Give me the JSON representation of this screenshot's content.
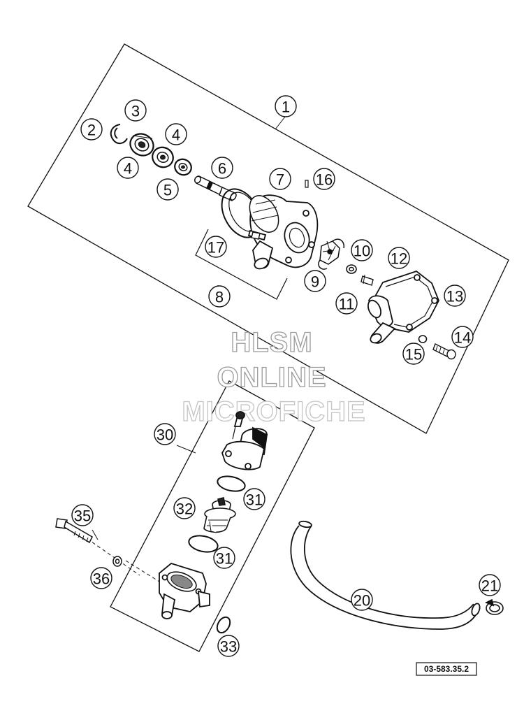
{
  "diagram": {
    "reference_code": "03-583.35.2",
    "watermark": [
      "HLSM",
      "ONLINE",
      "MICROFICHE"
    ],
    "callouts": {
      "c1": "1",
      "c2": "2",
      "c3": "3",
      "c4a": "4",
      "c4b": "4",
      "c5": "5",
      "c6": "6",
      "c7": "7",
      "c8": "8",
      "c9": "9",
      "c10": "10",
      "c11": "11",
      "c12": "12",
      "c13": "13",
      "c14": "14",
      "c15": "15",
      "c16": "16",
      "c17": "17",
      "c20": "20",
      "c21": "21",
      "c30": "30",
      "c31a": "31",
      "c31b": "31",
      "c32": "32",
      "c33": "33",
      "c35": "35",
      "c36": "36"
    }
  }
}
